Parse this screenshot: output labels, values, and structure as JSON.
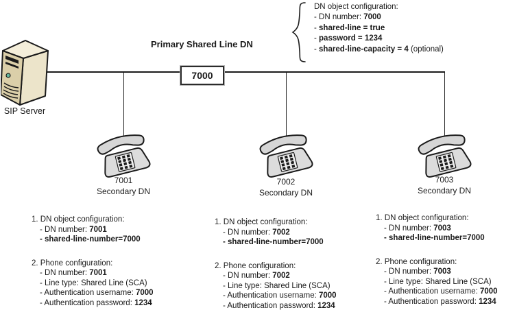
{
  "diagram": {
    "title": "Primary Shared Line DN",
    "server_label": "SIP Server",
    "shared_dn_label": "7000"
  },
  "callout": {
    "heading": "DN object configuration:",
    "lines": [
      {
        "prefix": "- DN number: ",
        "bold": "7000",
        "suffix": ""
      },
      {
        "prefix": "- ",
        "bold": "shared-line = true",
        "suffix": ""
      },
      {
        "prefix": "- ",
        "bold": "password = 1234",
        "suffix": ""
      },
      {
        "prefix": "- ",
        "bold": "shared-line-capacity = 4",
        "suffix": " (optional)"
      }
    ]
  },
  "phones": [
    {
      "number": "7001",
      "role": "Secondary DN",
      "dn_heading": "1. DN object configuration:",
      "dn_lines": [
        {
          "prefix": "- DN number: ",
          "bold": "7001",
          "suffix": ""
        },
        {
          "prefix": "",
          "bold": "- shared-line-number=7000",
          "suffix": ""
        }
      ],
      "phone_heading": "2. Phone configuration:",
      "phone_lines": [
        {
          "prefix": "- DN number: ",
          "bold": "7001",
          "suffix": ""
        },
        {
          "prefix": "- Line type: Shared Line (SCA)",
          "bold": "",
          "suffix": ""
        },
        {
          "prefix": "- Authentication username: ",
          "bold": "7000",
          "suffix": ""
        },
        {
          "prefix": "- Authentication password: ",
          "bold": "1234",
          "suffix": ""
        }
      ]
    },
    {
      "number": "7002",
      "role": "Secondary DN",
      "dn_heading": "1. DN object configuration:",
      "dn_lines": [
        {
          "prefix": "- DN number: ",
          "bold": "7002",
          "suffix": ""
        },
        {
          "prefix": "",
          "bold": "- shared-line-number=7000",
          "suffix": ""
        }
      ],
      "phone_heading": "2. Phone configuration:",
      "phone_lines": [
        {
          "prefix": "- DN number: ",
          "bold": "7002",
          "suffix": ""
        },
        {
          "prefix": "- Line type: Shared Line (SCA)",
          "bold": "",
          "suffix": ""
        },
        {
          "prefix": "- Authentication username: ",
          "bold": "7000",
          "suffix": ""
        },
        {
          "prefix": "- Authentication password: ",
          "bold": "1234",
          "suffix": ""
        }
      ]
    },
    {
      "number": "7003",
      "role": "Secondary DN",
      "dn_heading": "1. DN object configuration:",
      "dn_lines": [
        {
          "prefix": "- DN number: ",
          "bold": "7003",
          "suffix": ""
        },
        {
          "prefix": "",
          "bold": "- shared-line-number=7000",
          "suffix": ""
        }
      ],
      "phone_heading": "2. Phone configuration:",
      "phone_lines": [
        {
          "prefix": "- DN number: ",
          "bold": "7003",
          "suffix": ""
        },
        {
          "prefix": "- Line type: Shared Line (SCA)",
          "bold": "",
          "suffix": ""
        },
        {
          "prefix": "- Authentication username: ",
          "bold": "7000",
          "suffix": ""
        },
        {
          "prefix": "- Authentication password: ",
          "bold": "1234",
          "suffix": ""
        }
      ]
    }
  ]
}
